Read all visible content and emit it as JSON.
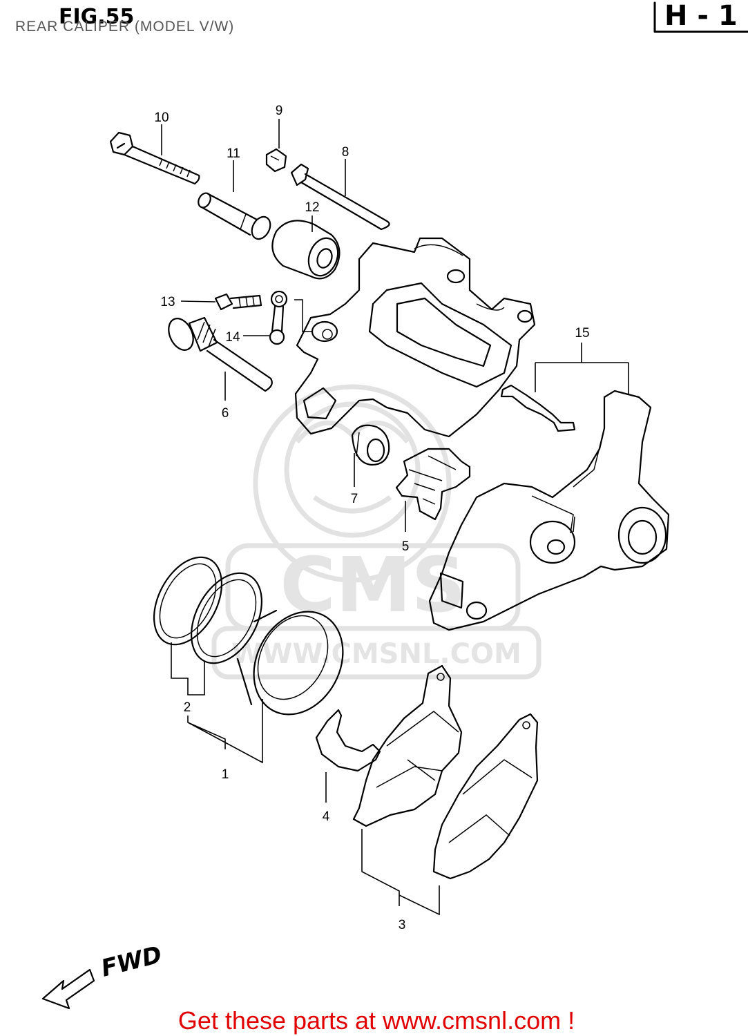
{
  "header": {
    "fig_label": "FIG.55",
    "subtitle": "REAR CALIPER (MODEL V/W)",
    "section_code": "H - 1"
  },
  "callouts": [
    "1",
    "2",
    "3",
    "4",
    "5",
    "6",
    "7",
    "8",
    "9",
    "10",
    "11",
    "12",
    "13",
    "14",
    "15"
  ],
  "direction_label": "FWD",
  "watermark": {
    "logo_text": "CMS",
    "url_text": "WWW.CMSNL.COM"
  },
  "footer": {
    "text": "Get these parts at www.cmsnl.com !",
    "color": "#e00000"
  }
}
